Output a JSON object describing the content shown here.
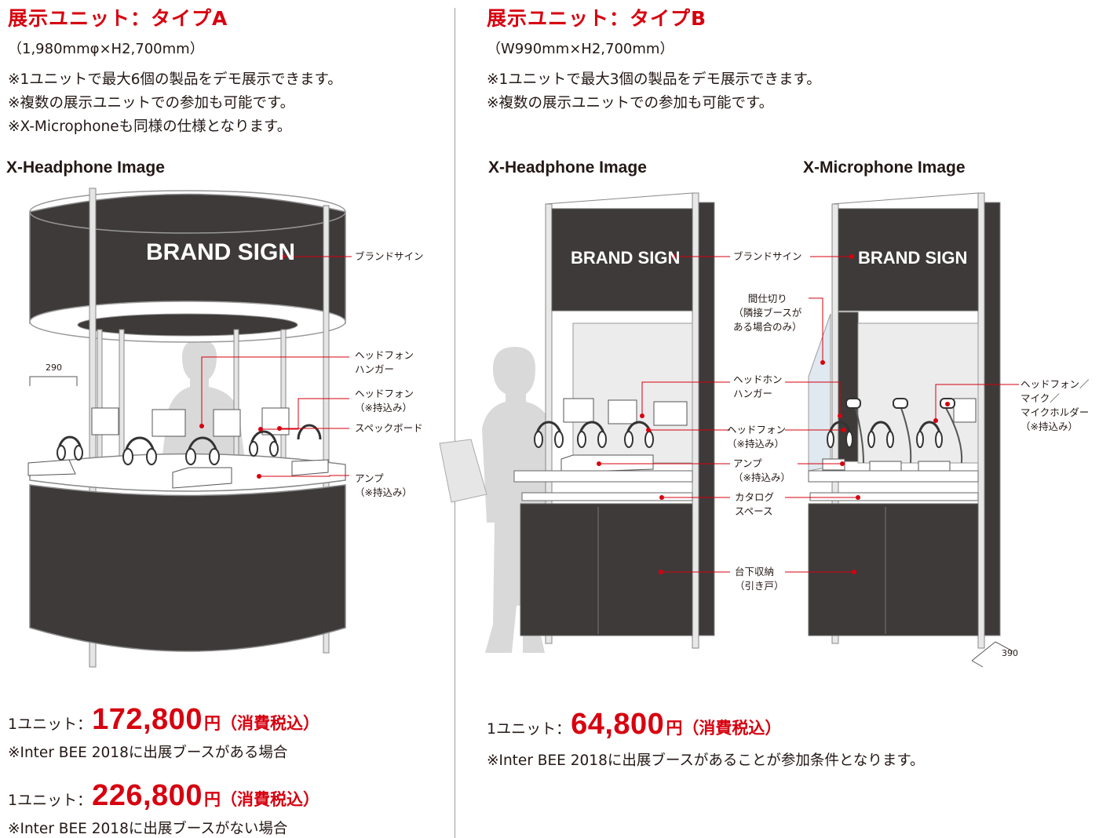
{
  "type_a": {
    "title": "展示ユニット：タイプA",
    "dimensions": "（1,980mmφ×H2,700mm）",
    "notes": [
      "※1ユニットで最大6個の製品をデモ展示できます。",
      "※複数の展示ユニットでの参加も可能です。",
      "※X-Microphoneも同様の仕様となります。"
    ],
    "image_label": "X-Headphone Image",
    "brand_sign": "BRAND SIGN",
    "dim_290": "290",
    "callouts": {
      "brand": "ブランドサイン",
      "hanger": "ヘッドフォン\nハンガー",
      "headphone": "ヘッドフォン\n（※持込み）",
      "spec": "スペックボード",
      "amp": "アンプ\n（※持込み）"
    },
    "prices": [
      {
        "unit_label": "1ユニット：",
        "price": "172,800",
        "yen": "円",
        "tax": "（消費税込）",
        "condition": "※Inter BEE 2018に出展ブースがある場合"
      },
      {
        "unit_label": "1ユニット：",
        "price": "226,800",
        "yen": "円",
        "tax": "（消費税込）",
        "condition": "※Inter BEE 2018に出展ブースがない場合"
      }
    ]
  },
  "type_b": {
    "title": "展示ユニット：タイプB",
    "dimensions": "（W990mm×H2,700mm）",
    "notes": [
      "※1ユニットで最大3個の製品をデモ展示できます。",
      "※複数の展示ユニットでの参加も可能です。"
    ],
    "image_labels": [
      "X-Headphone Image",
      "X-Microphone Image"
    ],
    "brand_sign": "BRAND SIGN",
    "dim_390": "390",
    "callouts": {
      "brand": "ブランドサイン",
      "partition": "間仕切り\n（隣接ブースが\nある場合のみ）",
      "hanger": "ヘッドホン\nハンガー",
      "headphone": "ヘッドフォン\n（※持込み）",
      "amp": "アンプ\n（※持込み）",
      "catalog": "カタログ\nスペース",
      "storage": "台下収納\n（引き戸）",
      "mic": "ヘッドフォン／\nマイク／\nマイクホルダー\n（※持込み）"
    },
    "price": {
      "unit_label": "1ユニット：",
      "price": "64,800",
      "yen": "円",
      "tax": "（消費税込）",
      "condition": "※Inter BEE 2018に出展ブースがあることが参加条件となります。"
    }
  },
  "colors": {
    "accent_red": "#d7000f",
    "panel_dark": "#3e3a39",
    "text": "#231815"
  }
}
